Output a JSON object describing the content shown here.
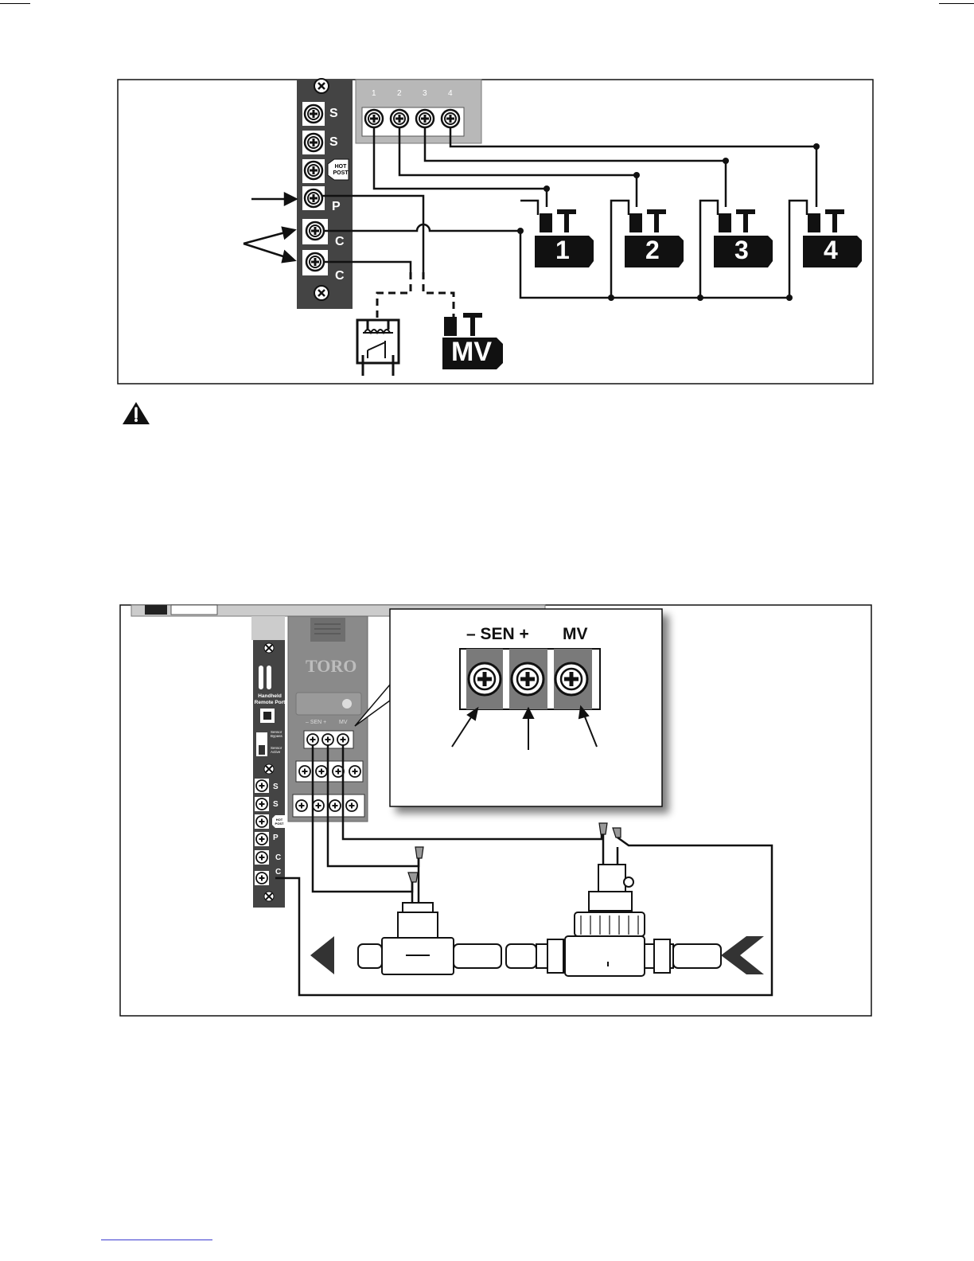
{
  "diagram1": {
    "terminal_labels": [
      "S",
      "S",
      "P",
      "C",
      "C"
    ],
    "hot_post_line1": "HOT",
    "hot_post_line2": "POST",
    "station_terminal_numbers": [
      "1",
      "2",
      "3",
      "4"
    ],
    "valve_labels": [
      "1",
      "2",
      "3",
      "4"
    ],
    "master_valve_label": "MV"
  },
  "caution_icon": "warning-triangle-icon",
  "diagram2": {
    "brand": "TORO",
    "remote_port_line1": "Handheld",
    "remote_port_line2": "Remote Port",
    "sensor_bypass_line1": "Sensor",
    "sensor_bypass_line2": "Bypass",
    "sensor_active_line1": "Sensor",
    "sensor_active_line2": "Active",
    "small_sen_label": "– SEN +",
    "small_mv_label": "MV",
    "terminal_labels": [
      "S",
      "S",
      "P",
      "C",
      "C"
    ],
    "hot_post_line1": "HOT",
    "hot_post_line2": "POST",
    "inset_sen_label": "– SEN +",
    "inset_mv_label": "MV"
  }
}
